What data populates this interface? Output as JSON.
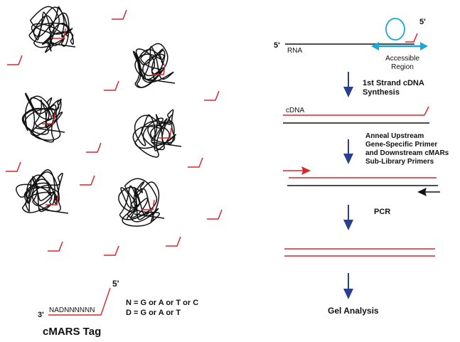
{
  "colors": {
    "strand_red": "#d7262e",
    "strand_black": "#111111",
    "arrow_blue": "#2b3f8f",
    "loop_cyan": "#1ba6dc",
    "forward_primer": "#d7262e",
    "reverse_primer": "#111111"
  },
  "workflow": {
    "rna_five_prime": "5'",
    "rna_top_five_prime": "5'",
    "rna_label": "RNA",
    "accessible_region": [
      "Accessible",
      "Region"
    ],
    "step1": [
      "1st Strand cDNA",
      "Synthesis"
    ],
    "cdna_label": "cDNA",
    "step2": [
      "Anneal Upstream",
      "Gene-Specific Primer",
      "and Downstream cMARs",
      "Sub-Library Primers"
    ],
    "step3": "PCR",
    "step4": "Gel Analysis"
  },
  "tag": {
    "five_prime": "5'",
    "three_prime": "3'",
    "sequence": "NADNNNNNN",
    "legend_n": "N = G or A or T or C",
    "legend_d": "D = G or A or T",
    "title": "cMARS Tag"
  }
}
